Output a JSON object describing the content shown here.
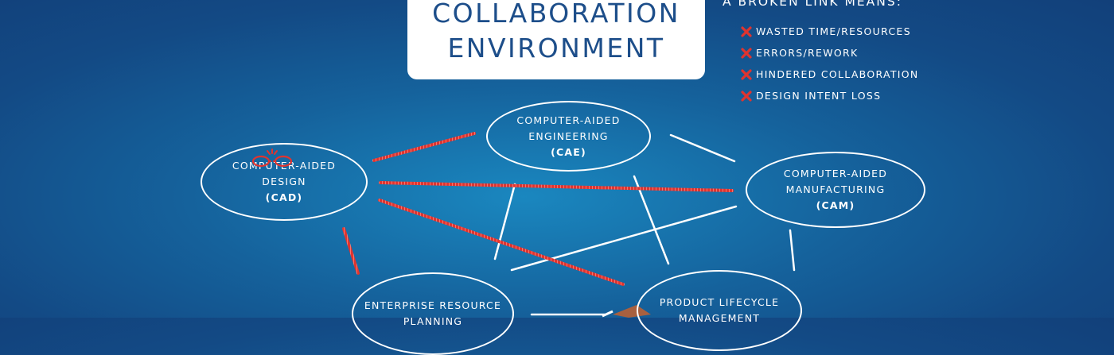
{
  "title": {
    "line1": "COLLABORATION",
    "line2": "ENVIRONMENT"
  },
  "legend": {
    "heading": "A BROKEN LINK MEANS:",
    "items": [
      "WASTED TIME/RESOURCES",
      "ERRORS/REWORK",
      "HINDERED COLLABORATION",
      "DESIGN INTENT LOSS"
    ]
  },
  "nodes": {
    "cae": {
      "line1": "COMPUTER-AIDED",
      "line2": "ENGINEERING",
      "abbr": "(CAE)"
    },
    "cad": {
      "line1": "COMPUTER-AIDED",
      "line2": "DESIGN",
      "abbr": "(CAD)"
    },
    "cam": {
      "line1": "COMPUTER-AIDED",
      "line2": "MANUFACTURING",
      "abbr": "(CAM)"
    },
    "erp": {
      "line1": "ENTERPRISE RESOURCE",
      "line2": "PLANNING"
    },
    "plm": {
      "line1": "PRODUCT LIFECYCLE",
      "line2": "MANAGEMENT"
    }
  },
  "icons": {
    "broken_link": "broken-chain-icon",
    "bullet": "red-x-icon"
  },
  "colors": {
    "background": "#15629c",
    "broken_link": "#e0342f",
    "intact_link": "#ffffff",
    "title_text": "#1d4e8a"
  }
}
